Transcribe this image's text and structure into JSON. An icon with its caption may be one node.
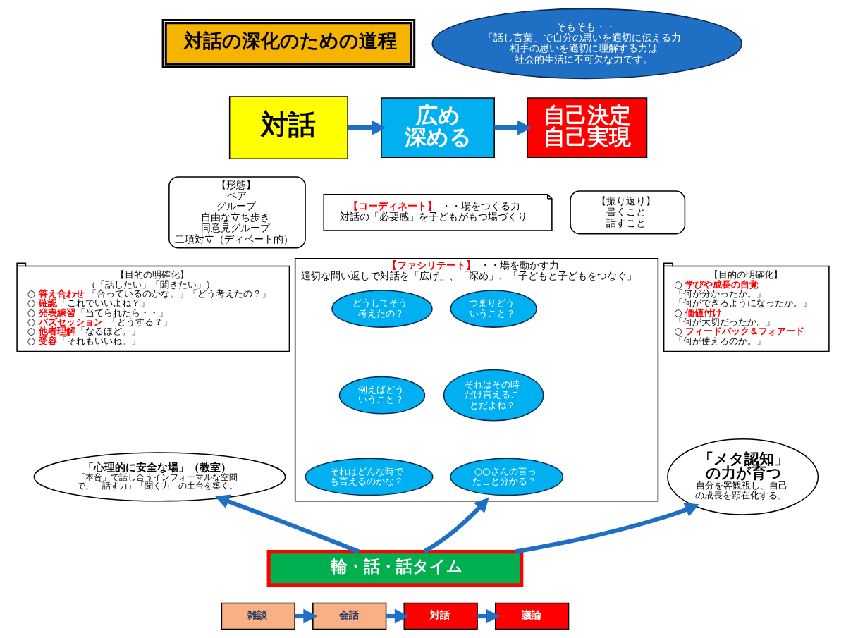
{
  "diagram": {
    "nodes": [
      {
        "text": [
          "対話の深化のための道程"
        ]
      },
      {
        "text": [
          "そもそも・・",
          "「話し言葉」で自分の思いを適切に伝える力",
          "相手の思いを適切に理解する力は社会的生活に不可欠な力です。"
        ]
      },
      {
        "text": [
          "対話"
        ]
      },
      {
        "text": [
          "広め",
          "深める"
        ]
      },
      {
        "text": [
          "自己決定",
          "自己実現"
        ]
      },
      {
        "text": [
          "【形態】",
          "ペア",
          "グループ",
          "自由な立ち歩き",
          "同意見グループ",
          "二項対立（ディベート的）"
        ]
      },
      {
        "text": [
          "**【コーディネート】** ・・場をつくる力",
          "対話の「必要感」を子どもがもつ場づくり"
        ]
      },
      {
        "text": [
          "【振り返り】",
          "書くこと",
          "話すこと"
        ]
      },
      {
        "text": [
          "【目的の明確化】",
          "（「話したい」「聞きたい」）",
          "○ **答え合わせ**「合っているのかな。」「どう考えたの？」",
          "○ **確認**「これでいいよね？」",
          "○ **発表練習**「当てられたら・・」",
          "○ **バズセッション**「どうする？」",
          "○ **他者理解**「なるほど。」",
          "○ **受容**「それもいいね。」"
        ]
      },
      {
        "text": [
          "**【ファシリテート】** ・・場を動かす力",
          "適切な問い返しで対話を「広げ」、「深め」、「子どもと子どもをつなぐ」"
        ]
      },
      {
        "text": [
          "どうしてそう考えたの？"
        ],
        "in": 9
      },
      {
        "text": [
          "つまりどういうこと？"
        ],
        "in": 9
      },
      {
        "text": [
          "例えばどういうこと？"
        ],
        "in": 9
      },
      {
        "text": [
          "それはその時だけ言えることだよね？"
        ],
        "in": 9
      },
      {
        "text": [
          "それはどんな時でも言えるのかな？"
        ],
        "in": 9
      },
      {
        "text": [
          "○○さんの言ったこと分かる？"
        ],
        "in": 9
      },
      {
        "text": [
          "【目的の明確化】",
          "○ **学びや成長の自覚**",
          "「何が分かったか。」",
          "「何ができるようになったか。」",
          "○ **価値付け**",
          "「何が大切だったか。」",
          "○ **フィードバック＆フォアード**",
          "「何が使えるのか。」"
        ]
      },
      {
        "text": [
          "「心理的に安全な場」（教室）",
          "「本音」で話し合うインフォーマルな空間で、「話す力」「聞く力」の土台を築く。"
        ]
      },
      {
        "text": [
          "「メタ認知」の力が育つ",
          "自分を客観視し、自己の成長を顕在化する。"
        ]
      },
      {
        "text": [
          "輪・話・話タイム"
        ]
      },
      {
        "text": [
          "雑談"
        ]
      },
      {
        "text": [
          "会話"
        ]
      },
      {
        "text": [
          "対話"
        ]
      },
      {
        "text": [
          "議論"
        ]
      }
    ],
    "edges": [
      {
        "from": 2,
        "to": 3,
        "arrow": "to"
      },
      {
        "from": 3,
        "to": 4,
        "arrow": "to"
      },
      {
        "from": 19,
        "to": 17,
        "arrow": "to"
      },
      {
        "from": 19,
        "to": 9,
        "arrow": "to"
      },
      {
        "from": 19,
        "to": 18,
        "arrow": "to"
      },
      {
        "from": 20,
        "to": 21,
        "arrow": "to"
      },
      {
        "from": 21,
        "to": 22,
        "arrow": "to"
      },
      {
        "from": 22,
        "to": 23,
        "arrow": "to"
      }
    ]
  }
}
